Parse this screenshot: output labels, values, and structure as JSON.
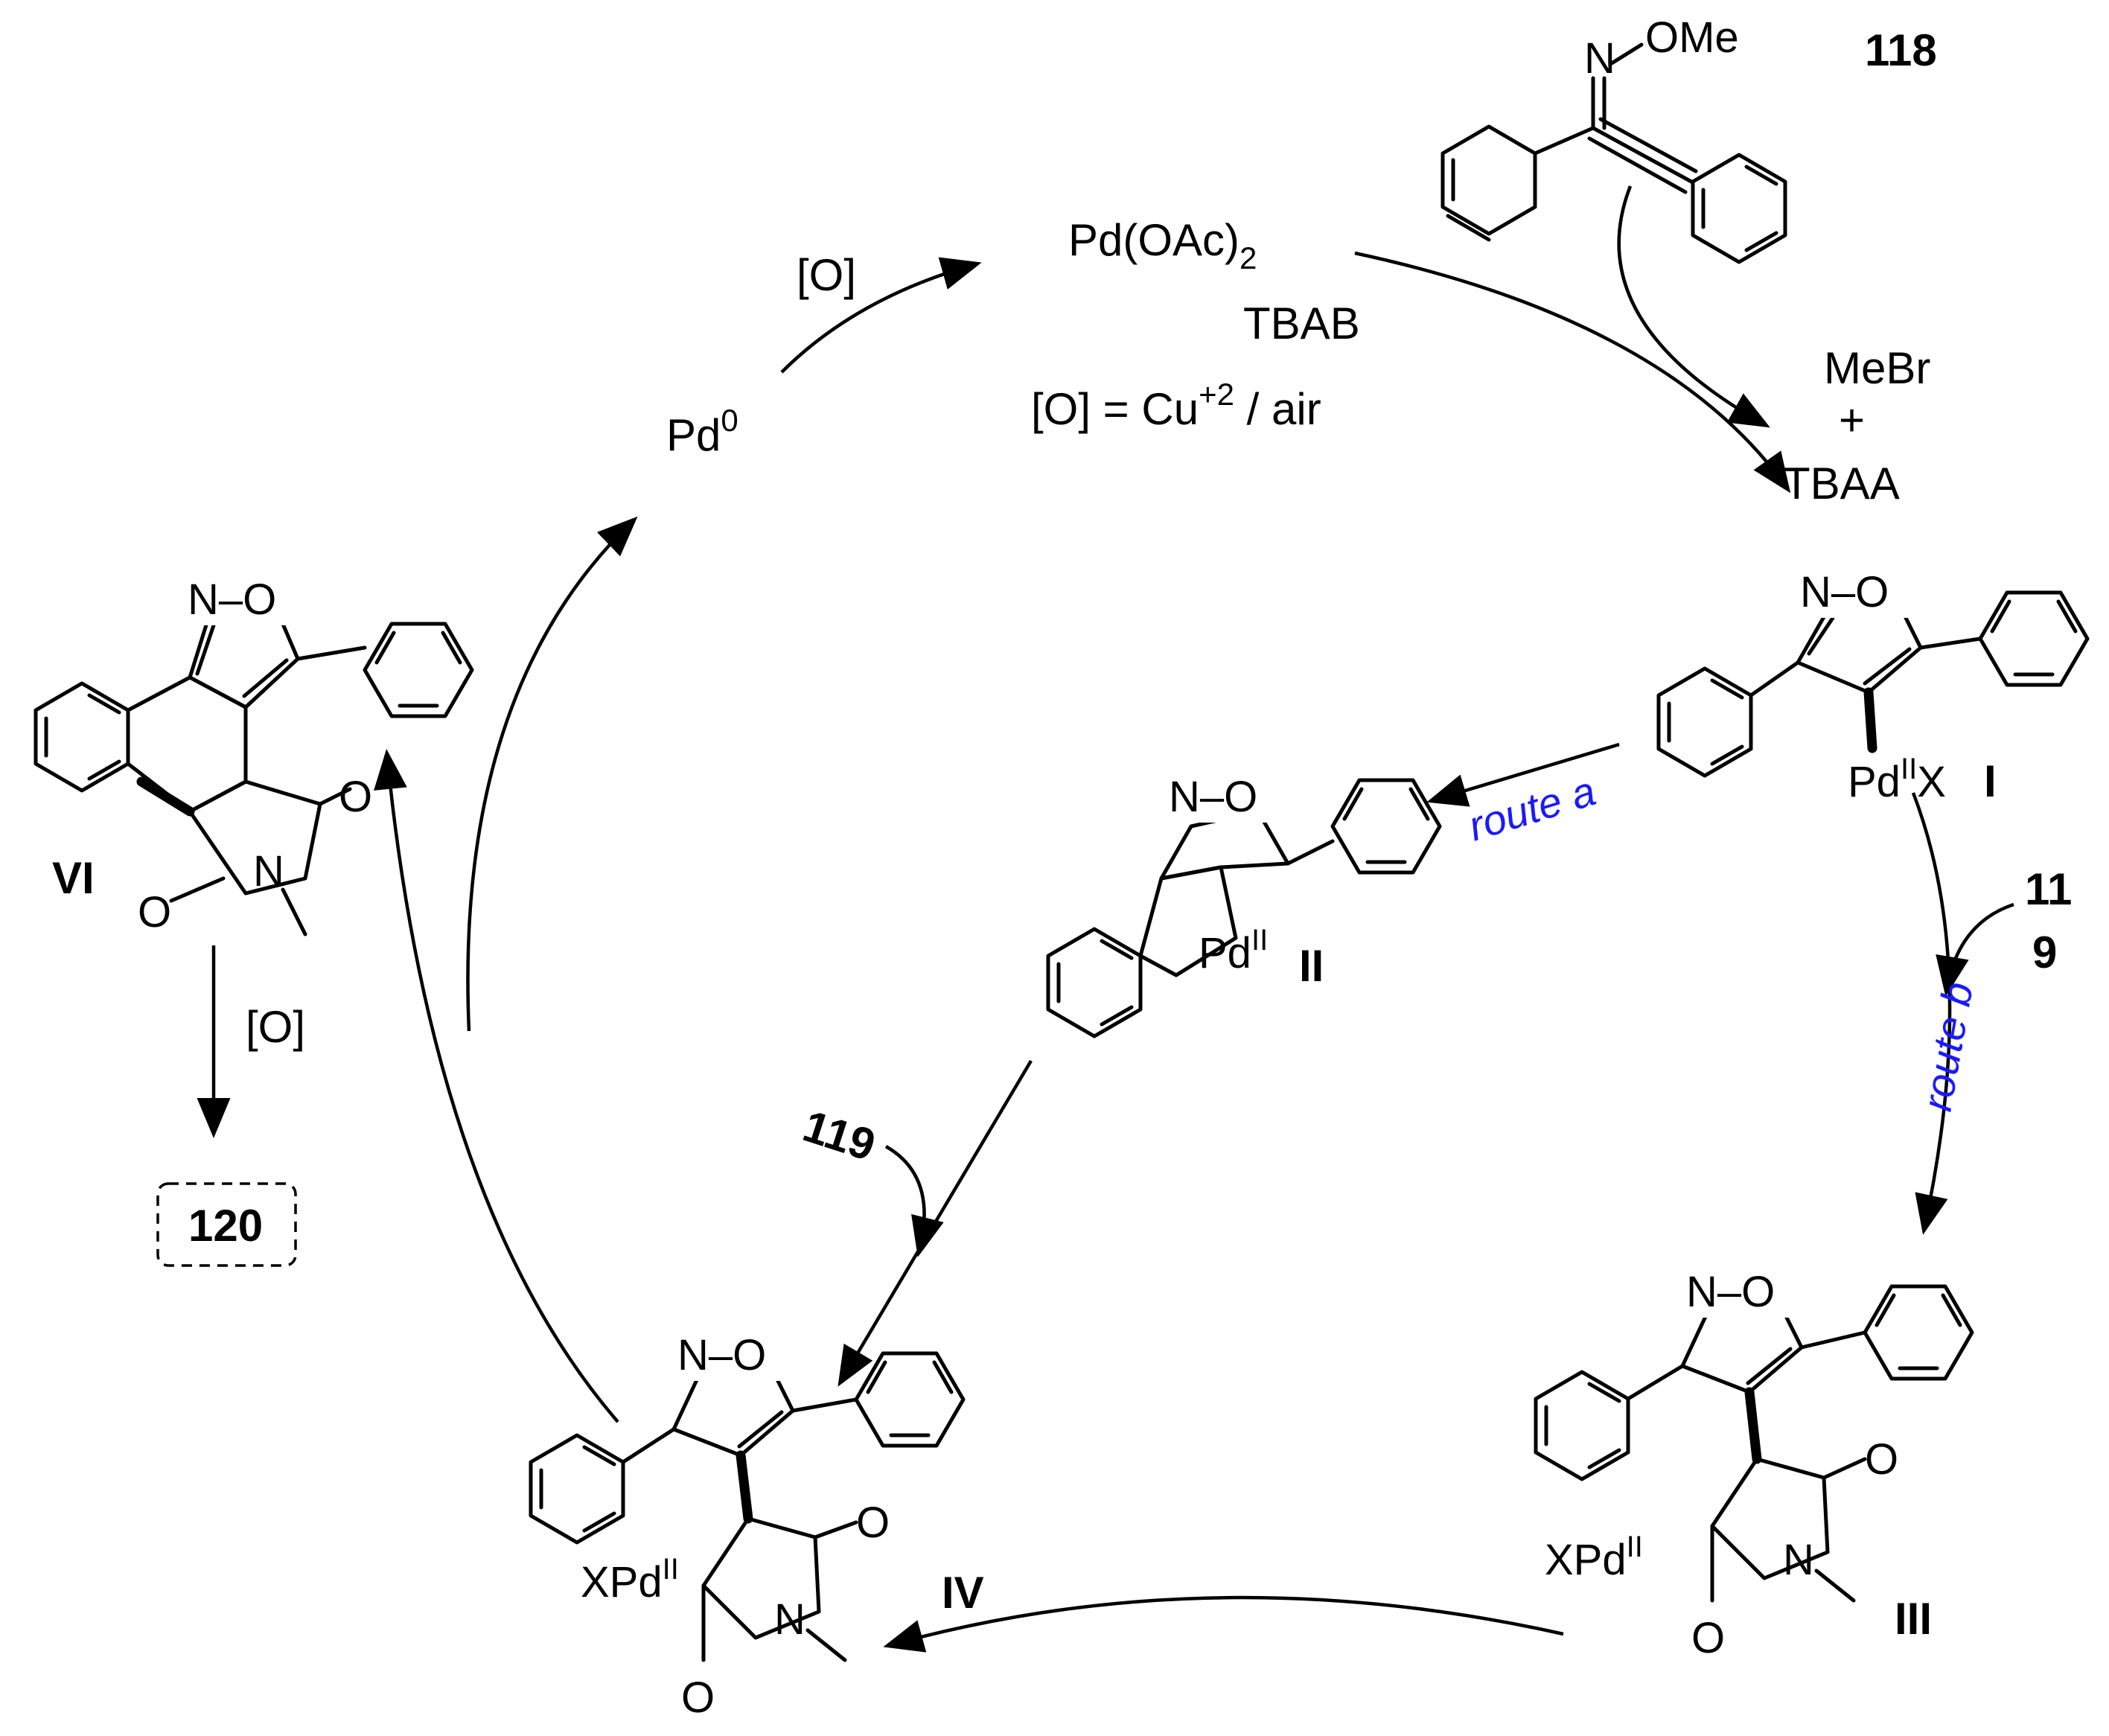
{
  "reagents": {
    "catalyst": "Pd(OAc)",
    "catalyst_sub": "2",
    "additive": "TBAB",
    "oxidant_def": "[O] = Cu",
    "oxidant_sup": "+2",
    "oxidant_tail": " / air",
    "oxidant_top": "[O]",
    "oxidant_left": "[O]",
    "pd0": "Pd",
    "pd0_sup": "0",
    "byproduct_1": "MeBr",
    "byproduct_plus": "+",
    "byproduct_2": "TBAA"
  },
  "compounds": {
    "c118": "118",
    "c119_right_top": "11",
    "c119_right_bottom": "9",
    "c119_left": "119",
    "c120": "120"
  },
  "intermediates": {
    "I": "I",
    "II": "II",
    "III": "III",
    "IV": "IV",
    "VI": "VI"
  },
  "routes": {
    "a": "route a",
    "b": "route b"
  },
  "atoms": {
    "N": "N",
    "O": "O",
    "NO": "N–O",
    "OMe": "OMe",
    "Pd": "Pd",
    "PdII_sup": "II",
    "X": "X",
    "XPd": "XPd"
  }
}
